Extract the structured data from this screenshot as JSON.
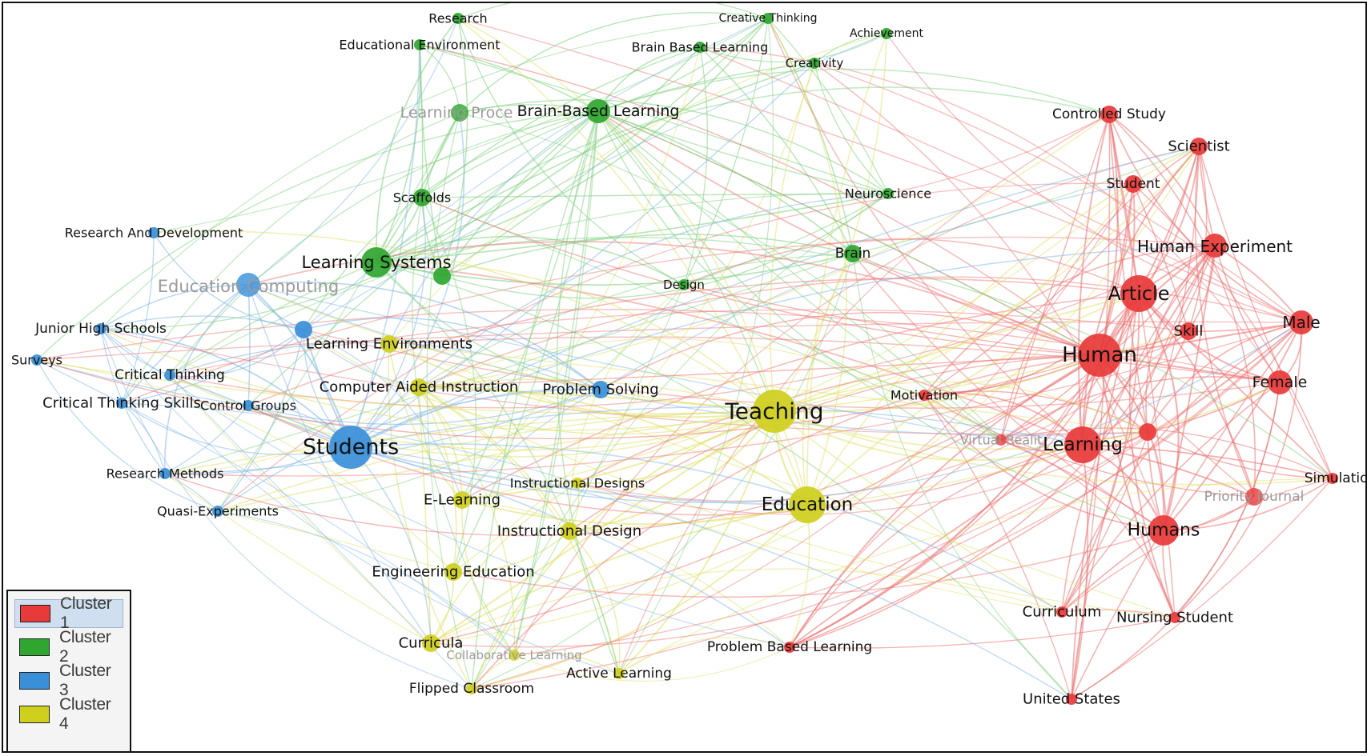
{
  "clusters": [
    {
      "id": 1,
      "label": "Cluster 1",
      "color": "#e83a3a"
    },
    {
      "id": 2,
      "label": "Cluster 2",
      "color": "#2fa62f"
    },
    {
      "id": 3,
      "label": "Cluster 3",
      "color": "#3a8fd9"
    },
    {
      "id": 4,
      "label": "Cluster 4",
      "color": "#cfcf1e"
    }
  ],
  "link_colors": {
    "1": "#ec7070",
    "2": "#7ccf7c",
    "3": "#7fb4e6",
    "4": "#dede60"
  },
  "legend": {
    "items": [
      {
        "label": "Cluster 1",
        "color": "#e83a3a"
      },
      {
        "label": "Cluster 2",
        "color": "#2fa62f"
      },
      {
        "label": "Cluster 3",
        "color": "#3a8fd9"
      },
      {
        "label": "Cluster 4",
        "color": "#cfcf1e"
      }
    ]
  },
  "nodes": [
    {
      "id": "research",
      "label": "Research",
      "cluster": 2,
      "weight": 1
    },
    {
      "id": "educational-environment",
      "label": "Educational Environment",
      "cluster": 2,
      "weight": 1
    },
    {
      "id": "learning-processes",
      "label": "Learning Proce",
      "cluster": 2,
      "weight": 2,
      "faded": true
    },
    {
      "id": "brain-based-learning-2",
      "label": "Brain-Based Learning",
      "cluster": 2,
      "weight": 3
    },
    {
      "id": "brain-based-learning-1",
      "label": "Brain Based Learning",
      "cluster": 2,
      "weight": 1
    },
    {
      "id": "creative-thinking",
      "label": "Creative Thinking",
      "cluster": 2,
      "weight": 1
    },
    {
      "id": "achievement",
      "label": "Achievement",
      "cluster": 2,
      "weight": 1
    },
    {
      "id": "creativity",
      "label": "Creativity",
      "cluster": 2,
      "weight": 1
    },
    {
      "id": "scaffolds",
      "label": "Scaffolds",
      "cluster": 2,
      "weight": 2
    },
    {
      "id": "neuroscience",
      "label": "Neuroscience",
      "cluster": 2,
      "weight": 1
    },
    {
      "id": "learning-systems",
      "label": "Learning Systems",
      "cluster": 2,
      "weight": 4
    },
    {
      "id": "brain",
      "label": "Brain",
      "cluster": 2,
      "weight": 2
    },
    {
      "id": "design",
      "label": "Design",
      "cluster": 2,
      "weight": 1
    },
    {
      "id": "cluster2-unlabeled",
      "label": "",
      "cluster": 2,
      "weight": 2
    },
    {
      "id": "research-and-development",
      "label": "Research And Development",
      "cluster": 3,
      "weight": 1
    },
    {
      "id": "education-computing",
      "label": "Education Computing",
      "cluster": 3,
      "weight": 3,
      "faded": true
    },
    {
      "id": "junior-high-schools",
      "label": "Junior High Schools",
      "cluster": 3,
      "weight": 1
    },
    {
      "id": "learning-environments-blue",
      "label": "",
      "cluster": 3,
      "weight": 2
    },
    {
      "id": "surveys",
      "label": "Surveys",
      "cluster": 3,
      "weight": 1
    },
    {
      "id": "critical-thinking",
      "label": "Critical Thinking",
      "cluster": 3,
      "weight": 1
    },
    {
      "id": "critical-thinking-skills",
      "label": "Critical Thinking Skills",
      "cluster": 3,
      "weight": 1
    },
    {
      "id": "control-groups",
      "label": "Control Groups",
      "cluster": 3,
      "weight": 1
    },
    {
      "id": "problem-solving",
      "label": "Problem Solving",
      "cluster": 3,
      "weight": 2
    },
    {
      "id": "students",
      "label": "Students",
      "cluster": 3,
      "weight": 6
    },
    {
      "id": "research-methods",
      "label": "Research Methods",
      "cluster": 3,
      "weight": 1
    },
    {
      "id": "quasi-experiments",
      "label": "Quasi-Experiments",
      "cluster": 3,
      "weight": 1
    },
    {
      "id": "learning-environments",
      "label": "Learning Environments",
      "cluster": 4,
      "weight": 2
    },
    {
      "id": "computer-aided-instruction",
      "label": "Computer Aided Instruction",
      "cluster": 4,
      "weight": 2
    },
    {
      "id": "teaching",
      "label": "Teaching",
      "cluster": 4,
      "weight": 6
    },
    {
      "id": "instructional-designs",
      "label": "Instructional Designs",
      "cluster": 4,
      "weight": 1
    },
    {
      "id": "e-learning",
      "label": "E-Learning",
      "cluster": 4,
      "weight": 2
    },
    {
      "id": "instructional-design",
      "label": "Instructional Design",
      "cluster": 4,
      "weight": 2
    },
    {
      "id": "education",
      "label": "Education",
      "cluster": 4,
      "weight": 5
    },
    {
      "id": "engineering-education",
      "label": "Engineering Education",
      "cluster": 4,
      "weight": 2
    },
    {
      "id": "curricula",
      "label": "Curricula",
      "cluster": 4,
      "weight": 2
    },
    {
      "id": "collaborative-learning",
      "label": "Collaborative Learning",
      "cluster": 4,
      "weight": 1,
      "faded": true
    },
    {
      "id": "flipped-classroom",
      "label": "Flipped Classroom",
      "cluster": 4,
      "weight": 1
    },
    {
      "id": "active-learning",
      "label": "Active Learning",
      "cluster": 4,
      "weight": 1
    },
    {
      "id": "controlled-study",
      "label": "Controlled Study",
      "cluster": 1,
      "weight": 2
    },
    {
      "id": "scientist",
      "label": "Scientist",
      "cluster": 1,
      "weight": 2
    },
    {
      "id": "student",
      "label": "Student",
      "cluster": 1,
      "weight": 2
    },
    {
      "id": "human-experiment",
      "label": "Human Experiment",
      "cluster": 1,
      "weight": 3
    },
    {
      "id": "article",
      "label": "Article",
      "cluster": 1,
      "weight": 5
    },
    {
      "id": "male",
      "label": "Male",
      "cluster": 1,
      "weight": 3
    },
    {
      "id": "skill",
      "label": "Skill",
      "cluster": 1,
      "weight": 2
    },
    {
      "id": "human",
      "label": "Human",
      "cluster": 1,
      "weight": 6
    },
    {
      "id": "female",
      "label": "Female",
      "cluster": 1,
      "weight": 3
    },
    {
      "id": "motivation",
      "label": "Motivation",
      "cluster": 1,
      "weight": 1
    },
    {
      "id": "virtual-reality",
      "label": "Virtual Realit",
      "cluster": 1,
      "weight": 1,
      "faded": true
    },
    {
      "id": "learning",
      "label": "Learning",
      "cluster": 1,
      "weight": 5
    },
    {
      "id": "cluster1-unlabeled",
      "label": "",
      "cluster": 1,
      "weight": 2
    },
    {
      "id": "simulation",
      "label": "Simulation",
      "cluster": 1,
      "weight": 1
    },
    {
      "id": "priority-journal",
      "label": "Priority Journal",
      "cluster": 1,
      "weight": 2,
      "faded": true
    },
    {
      "id": "humans",
      "label": "Humans",
      "cluster": 1,
      "weight": 4
    },
    {
      "id": "curriculum",
      "label": "Curriculum",
      "cluster": 1,
      "weight": 1
    },
    {
      "id": "nursing-student",
      "label": "Nursing Student",
      "cluster": 1,
      "weight": 1
    },
    {
      "id": "problem-based-learning",
      "label": "Problem Based Learning",
      "cluster": 1,
      "weight": 1
    },
    {
      "id": "united-states",
      "label": "United States",
      "cluster": 1,
      "weight": 1
    }
  ]
}
